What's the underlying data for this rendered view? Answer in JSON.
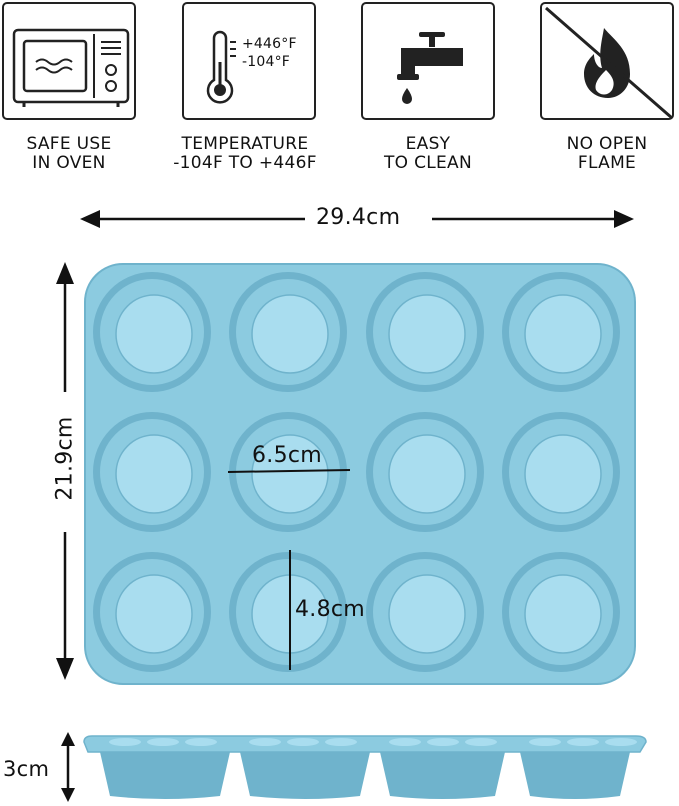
{
  "features": [
    {
      "icon": "microwave-icon",
      "line1": "SAFE USE",
      "line2": "IN OVEN"
    },
    {
      "icon": "thermometer-icon",
      "line1": "TEMPERATURE",
      "line2": "-104F TO +446F",
      "temp_high": "+446°F",
      "temp_low": "-104°F"
    },
    {
      "icon": "faucet-icon",
      "line1": "EASY",
      "line2": "TO CLEAN"
    },
    {
      "icon": "no-flame-icon",
      "line1": "NO OPEN",
      "line2": "FLAME"
    }
  ],
  "dimensions": {
    "width": "29.4cm",
    "height": "21.9cm",
    "cup_diameter": "6.5cm",
    "cup_depth": "4.8cm",
    "pan_height": "3cm"
  },
  "colors": {
    "pan": "#8ccbe0",
    "pan_dark": "#6fb3cc",
    "cup_inner": "#a9ddef",
    "ink": "#111111"
  }
}
